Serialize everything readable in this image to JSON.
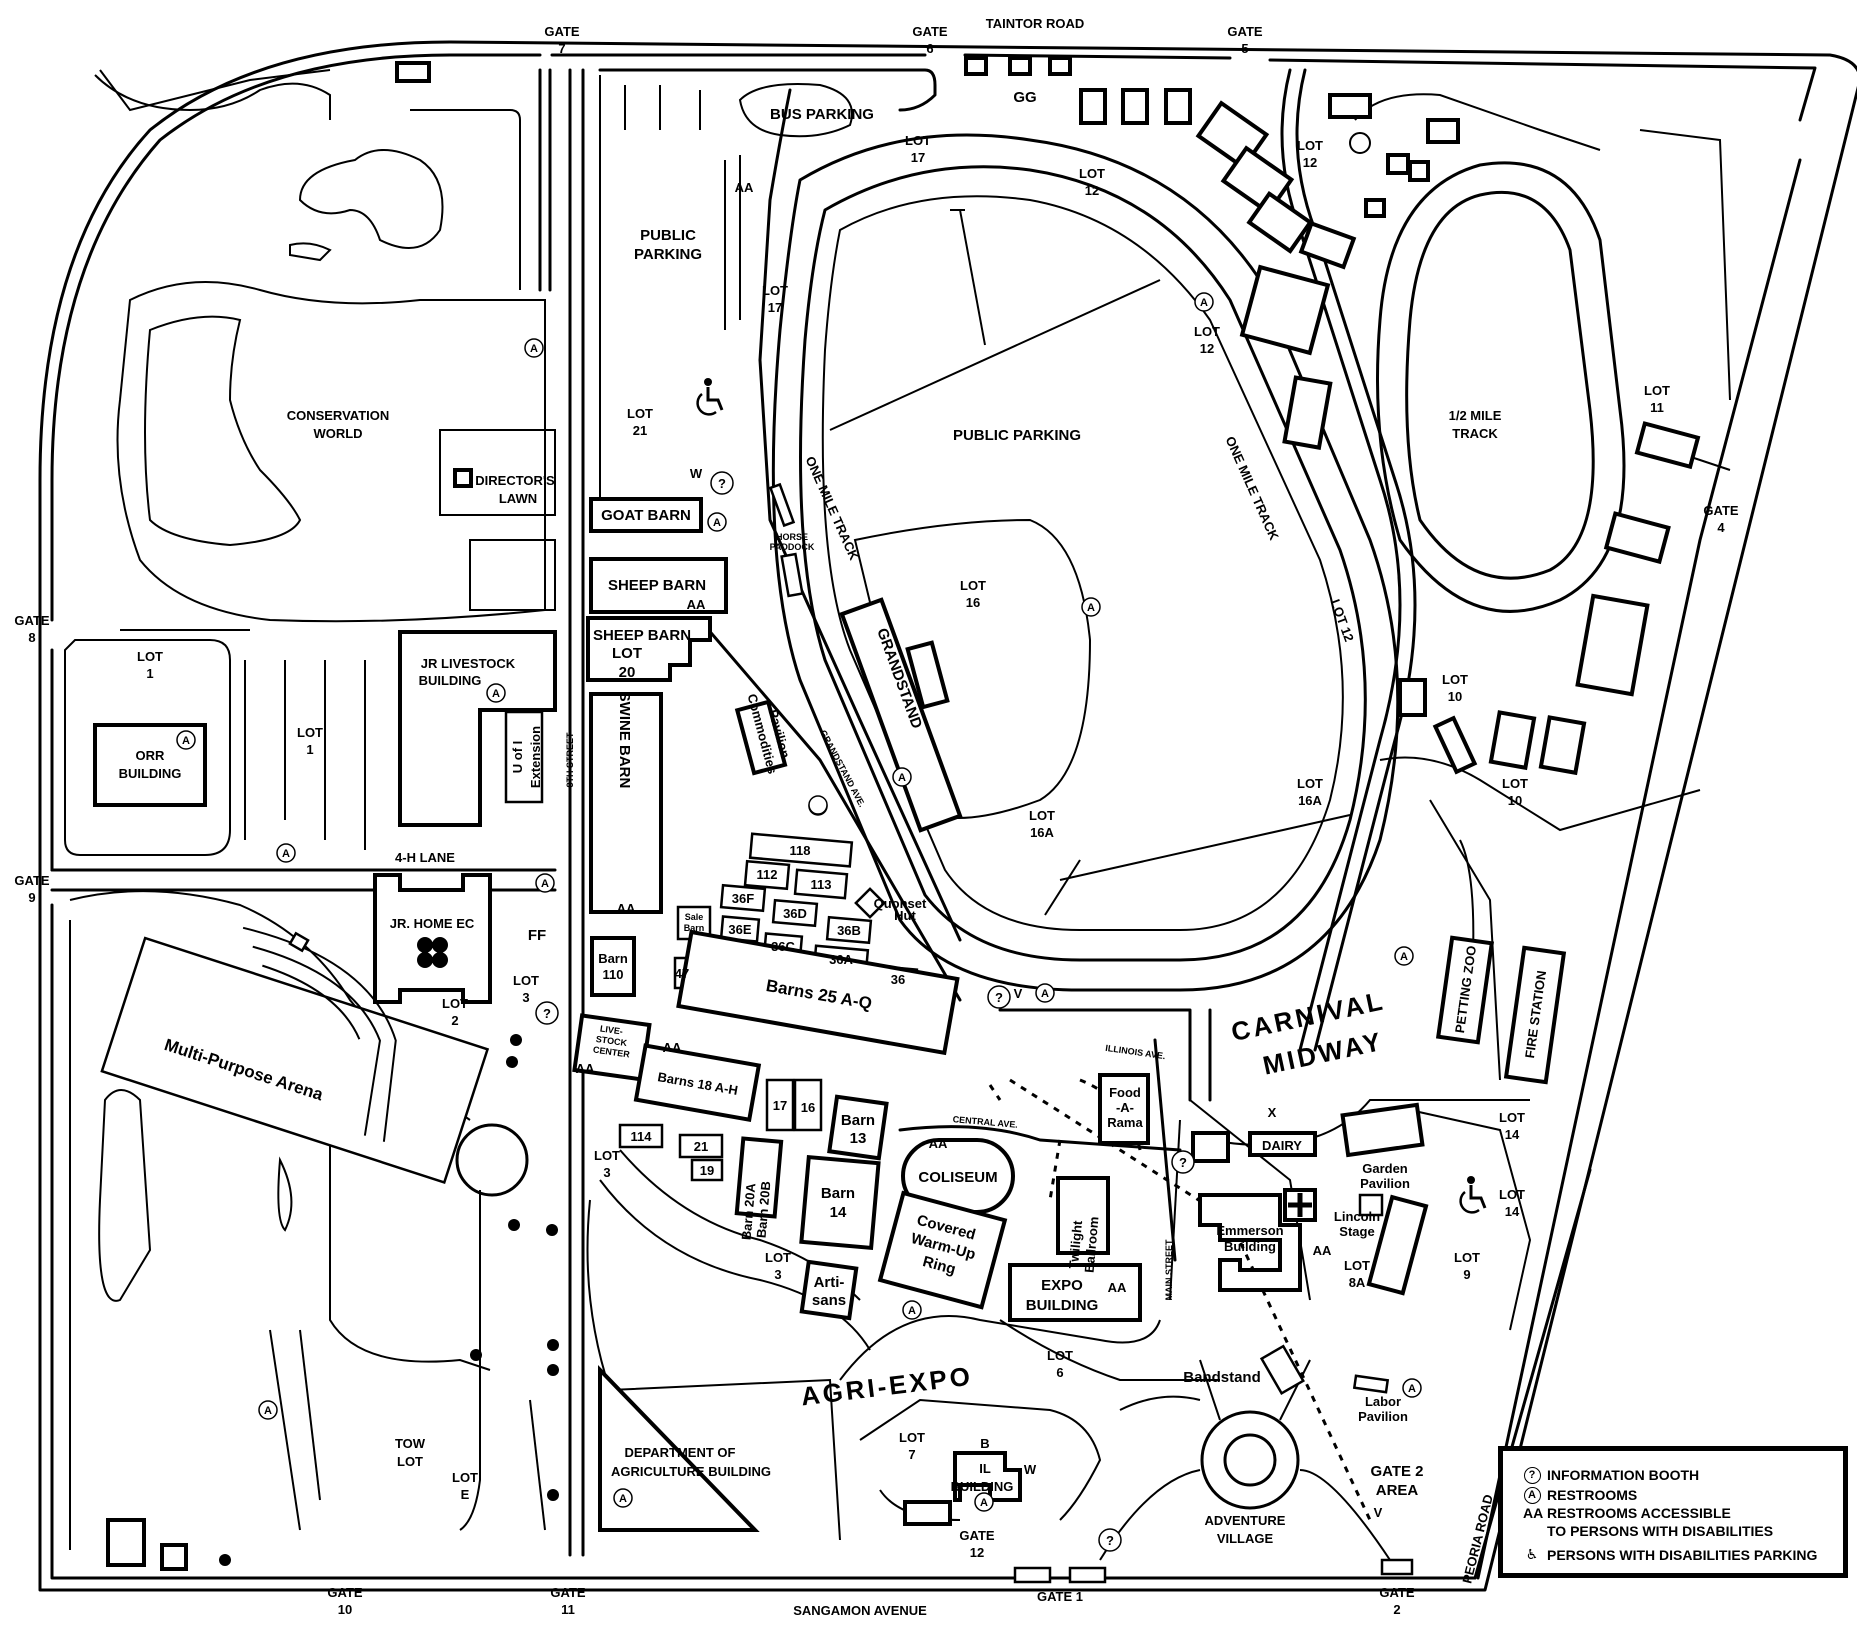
{
  "roads": {
    "taintor": "TAINTOR ROAD",
    "sangamon": "SANGAMON AVENUE",
    "peoria": "PEORIA ROAD",
    "eighth_street": "8TH STREET",
    "four_h_lane": "4-H LANE",
    "grandstand_ave": "GRANDSTAND AVE.",
    "illinois_ave": "ILLINOIS AVE.",
    "central_ave": "CENTRAL AVE.",
    "main_street": "MAIN STREET",
    "one_mile_track_left": "ONE MILE TRACK",
    "one_mile_track_right": "ONE MILE TRACK",
    "half_mile_track": [
      "1/2 MILE",
      "TRACK"
    ]
  },
  "gates": {
    "g7": [
      "GATE",
      "7"
    ],
    "g6": [
      "GATE",
      "6"
    ],
    "g5": [
      "GATE",
      "5"
    ],
    "g4": [
      "GATE",
      "4"
    ],
    "g8": [
      "GATE",
      "8"
    ],
    "g9": [
      "GATE",
      "9"
    ],
    "g10": [
      "GATE",
      "10"
    ],
    "g11": [
      "GATE",
      "11"
    ],
    "g12": [
      "GATE",
      "12"
    ],
    "g1": "GATE 1",
    "g2": [
      "GATE",
      "2"
    ],
    "g2area": [
      "GATE 2",
      "AREA"
    ]
  },
  "areas": {
    "conservation_world": [
      "CONSERVATION",
      "WORLD"
    ],
    "directors_lawn": [
      "DIRECTOR'S",
      "LAWN"
    ],
    "public_parking_left": [
      "PUBLIC",
      "PARKING"
    ],
    "public_parking_center": "PUBLIC PARKING",
    "bus_parking": "BUS PARKING",
    "gg": "GG",
    "carnival_midway": [
      "CARNIVAL",
      "MIDWAY"
    ],
    "agri_expo": "AGRI-EXPO",
    "adventure_village": [
      "ADVENTURE",
      "VILLAGE"
    ],
    "tow_lot": [
      "TOW",
      "LOT"
    ],
    "horse_paddock": [
      "HORSE",
      "PADDOCK"
    ],
    "bandstand": "Bandstand"
  },
  "lots": {
    "lot1a": [
      "LOT",
      "1"
    ],
    "lot1b": [
      "LOT",
      "1"
    ],
    "lot2": [
      "LOT",
      "2"
    ],
    "lot3a": [
      "LOT",
      "3"
    ],
    "lot3b": [
      "LOT",
      "3"
    ],
    "lot3c": [
      "LOT",
      "3"
    ],
    "lot6": [
      "LOT",
      "6"
    ],
    "lot7": [
      "LOT",
      "7"
    ],
    "lot8a": [
      "LOT",
      "8A"
    ],
    "lot9": [
      "LOT",
      "9"
    ],
    "lot10a": [
      "LOT",
      "10"
    ],
    "lot10b": [
      "LOT",
      "10"
    ],
    "lot11": [
      "LOT",
      "11"
    ],
    "lot12a": [
      "LOT",
      "12"
    ],
    "lot12b": [
      "LOT",
      "12"
    ],
    "lot12c": [
      "LOT",
      "12"
    ],
    "lot12d": "LOT 12",
    "lot14a": [
      "LOT",
      "14"
    ],
    "lot14b": [
      "LOT",
      "14"
    ],
    "lot16": [
      "LOT",
      "16"
    ],
    "lot16a1": [
      "LOT",
      "16A"
    ],
    "lot16a2": [
      "LOT",
      "16A"
    ],
    "lot17a": [
      "LOT",
      "17"
    ],
    "lot17b": [
      "LOT",
      "17"
    ],
    "lot20": [
      "LOT",
      "20"
    ],
    "lot21": [
      "LOT",
      "21"
    ],
    "lote": [
      "LOT",
      "E"
    ]
  },
  "buildings": {
    "goat_barn": "GOAT BARN",
    "sheep_barn_1": "SHEEP BARN",
    "sheep_barn_2": "SHEEP BARN",
    "swine_barn": "SWINE BARN",
    "jr_livestock": [
      "JR LIVESTOCK",
      "BUILDING"
    ],
    "orr_building": [
      "ORR",
      "BUILDING"
    ],
    "u_of_i": [
      "U of I",
      "Extension"
    ],
    "jr_home_ec": "JR. HOME EC",
    "ff": "FF",
    "multipurpose_arena": "Multi-Purpose Arena",
    "grandstand": "GRANDSTAND",
    "commodities": [
      "Commodities",
      "Pavilion"
    ],
    "b118": "118",
    "b112": "112",
    "b113": "113",
    "b36f": "36F",
    "b36d": "36D",
    "b36b": "36B",
    "b36e": "36E",
    "b36c": "36C",
    "b36a": "36A",
    "b36": "36",
    "sale_barn": [
      "Sale",
      "Barn"
    ],
    "quonset": [
      "Quonset",
      "Hut"
    ],
    "barn110": [
      "Barn",
      "110"
    ],
    "b47": "47",
    "barns25": "Barns 25 A-Q",
    "livestock_center": [
      "LIVE-",
      "STOCK",
      "CENTER"
    ],
    "barns18": "Barns 18 A-H",
    "b17": "17",
    "b16": "16",
    "barn13": [
      "Barn",
      "13"
    ],
    "b114": "114",
    "b21": "21",
    "b19": "19",
    "barn20a": "Barn 20A",
    "barn20b": "Barn 20B",
    "barn14": [
      "Barn",
      "14"
    ],
    "artisans": [
      "Arti-",
      "sans"
    ],
    "coliseum": "COLISEUM",
    "covered_ring": [
      "Covered",
      "Warm-Up",
      "Ring"
    ],
    "twilight": [
      "Twilight",
      "Ballroom"
    ],
    "expo": [
      "EXPO",
      "BUILDING"
    ],
    "food_a_rama": [
      "Food",
      "-A-",
      "Rama"
    ],
    "dairy": "DAIRY",
    "emmerson": [
      "Emmerson",
      "Building"
    ],
    "lincoln_stage": [
      "Lincoln",
      "Stage"
    ],
    "garden_pavilion": [
      "Garden",
      "Pavilion"
    ],
    "labor_pavilion": [
      "Labor",
      "Pavilion"
    ],
    "petting_zoo": "PETTING ZOO",
    "fire_station": "FIRE STATION",
    "dept_ag": [
      "DEPARTMENT OF",
      "AGRICULTURE BUILDING"
    ],
    "il_building": [
      "IL",
      "BUILDING"
    ],
    "il_b": "B",
    "il_w": "W"
  },
  "markers": {
    "restroom": "A",
    "info": "?",
    "accessible_restroom": "AA",
    "w": "W",
    "v": "V",
    "x": "X"
  },
  "legend": {
    "info": "INFORMATION BOOTH",
    "restrooms": "RESTROOMS",
    "accessible": "RESTROOMS ACCESSIBLE",
    "accessible2": "TO PERSONS WITH DISABILITIES",
    "parking": "PERSONS WITH DISABILITIES PARKING"
  }
}
